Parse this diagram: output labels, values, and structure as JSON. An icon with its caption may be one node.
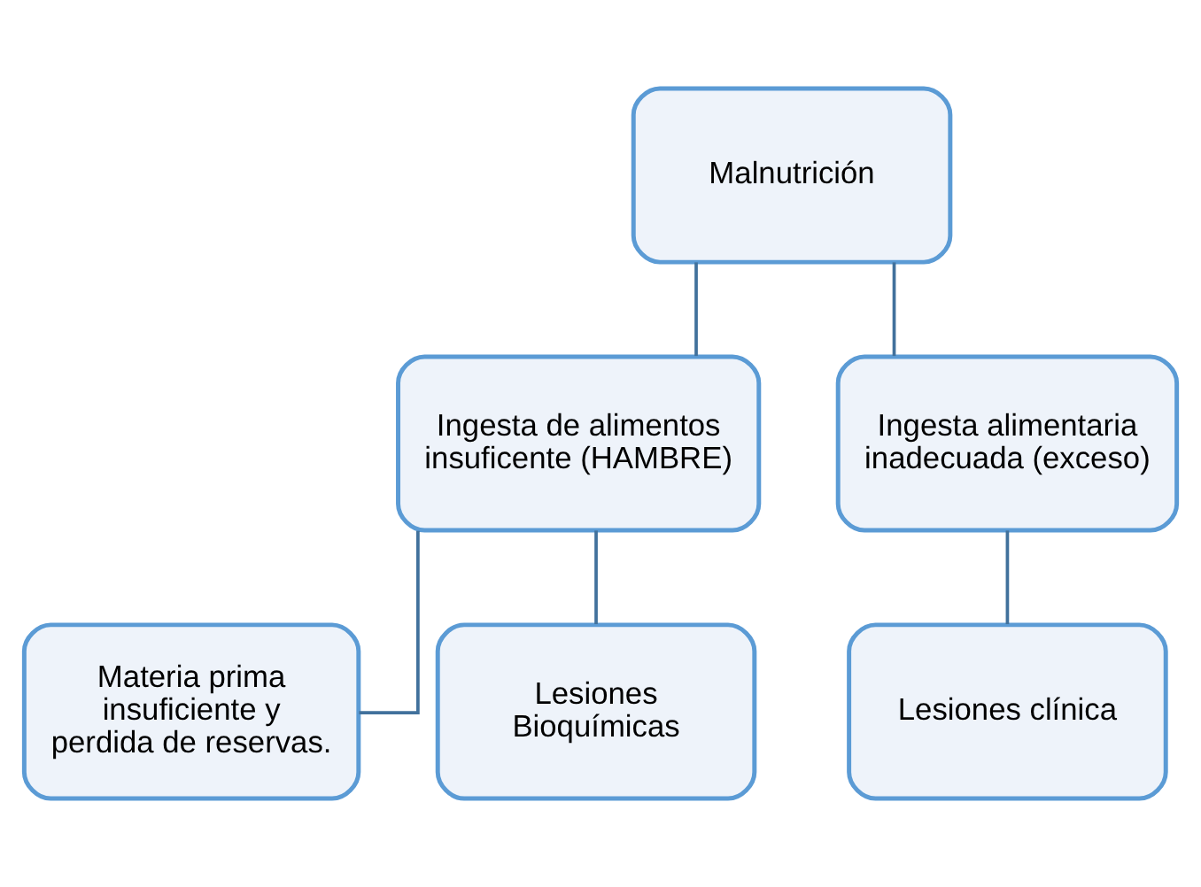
{
  "diagram": {
    "nodes": [
      {
        "text": [
          "Malnutrición"
        ]
      },
      {
        "text": [
          "Ingesta de alimentos insuficente (HAMBRE)"
        ]
      },
      {
        "text": [
          "Ingesta alimentaria inadecuada (exceso)"
        ]
      },
      {
        "text": [
          "Materia prima insuficiente y perdida de reservas."
        ]
      },
      {
        "text": [
          "Lesiones Bioquímicas"
        ]
      },
      {
        "text": [
          "Lesiones clínica"
        ]
      }
    ],
    "edges": [
      {
        "from": 0,
        "to": 1,
        "arrow": "none"
      },
      {
        "from": 0,
        "to": 2,
        "arrow": "none"
      },
      {
        "from": 1,
        "to": 3,
        "arrow": "none"
      },
      {
        "from": 1,
        "to": 4,
        "arrow": "none"
      },
      {
        "from": 2,
        "to": 5,
        "arrow": "none"
      }
    ]
  }
}
